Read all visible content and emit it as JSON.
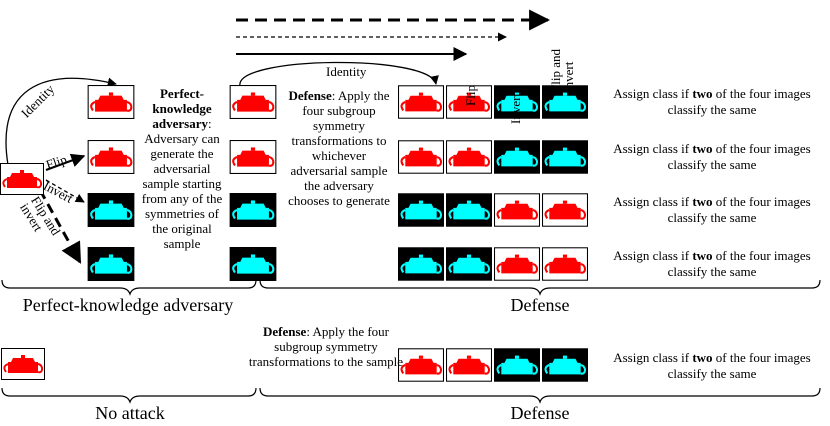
{
  "colors": {
    "red": "#ff0000",
    "cyan": "#00ffff",
    "black": "#000000",
    "white": "#ffffff"
  },
  "legend": {
    "flip": "Flip",
    "invert": "Invert",
    "flip_and_invert_line1": "Flip and",
    "flip_and_invert_line2": "invert"
  },
  "identity_top": "Identity",
  "identity_left": "Identity",
  "branch_labels": {
    "flip": "Flip",
    "invert": "Invert",
    "flip_and_invert_line1": "Flip and",
    "flip_and_invert_line2": "invert"
  },
  "adversary_text": {
    "bold": "Perfect-knowledge adversary",
    "rest": ": Adversary can generate the adversarial sample starting from any of the symmetries of the original sample"
  },
  "defense_text": {
    "bold": "Defense",
    "rest": ": Apply the four subgroup symmetry transformations to whichever adversarial sample the adversary chooses to generate"
  },
  "defense_text_bottom": {
    "bold": "Defense",
    "rest": ": Apply the four subgroup symmetry transformations to the sample"
  },
  "assign_text": {
    "before": "Assign class if ",
    "bold": "two",
    "after": " of the four images classify the same"
  },
  "section_labels": {
    "perfect_knowledge": "Perfect-knowledge adversary",
    "defense_top": "Defense",
    "no_attack": "No attack",
    "defense_bottom": "Defense"
  }
}
